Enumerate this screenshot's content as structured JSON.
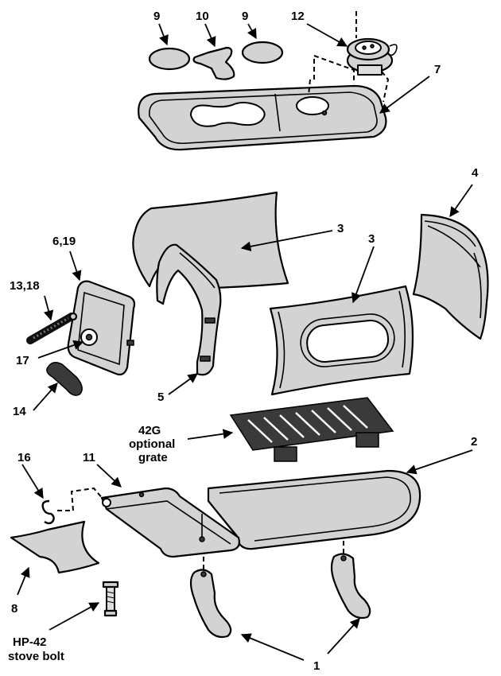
{
  "labels": {
    "p1": "1",
    "p2": "2",
    "p3a": "3",
    "p3b": "3",
    "p4": "4",
    "p5": "5",
    "p6_19": "6,19",
    "p7": "7",
    "p8": "8",
    "p9a": "9",
    "p9b": "9",
    "p10": "10",
    "p11": "11",
    "p12": "12",
    "p13_18": "13,18",
    "p14": "14",
    "p16": "16",
    "p17": "17",
    "grate_code": "42G",
    "grate_line1": "optional",
    "grate_line2": "grate",
    "bolt_code": "HP-42",
    "bolt_desc": "stove bolt"
  }
}
